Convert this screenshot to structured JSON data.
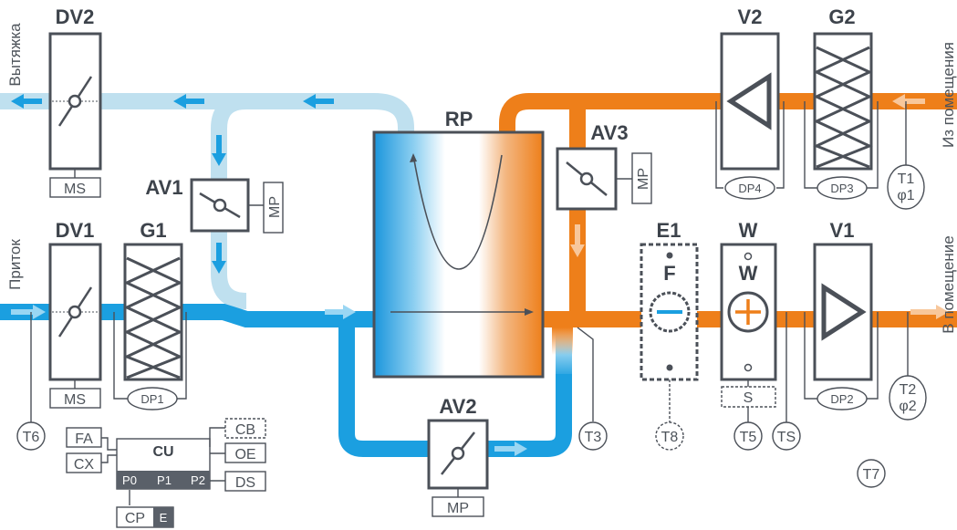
{
  "ducts": {
    "exhaust_out": "Вытяжка",
    "supply_in": "Приток",
    "room_out": "Из помещения",
    "room_in": "В помещение"
  },
  "units": {
    "dv2": {
      "title": "DV2",
      "actuator": "MS"
    },
    "dv1": {
      "title": "DV1",
      "actuator": "MS"
    },
    "g1": {
      "title": "G1",
      "pressure": "DP1"
    },
    "g2": {
      "title": "G2",
      "pressure": "DP3"
    },
    "v2": {
      "title": "V2",
      "pressure": "DP4"
    },
    "v1": {
      "title": "V1",
      "pressure": "DP2"
    },
    "rp": {
      "title": "RP"
    },
    "av1": {
      "title": "AV1",
      "actuator": "MP"
    },
    "av2": {
      "title": "AV2",
      "actuator": "MP"
    },
    "av3": {
      "title": "AV3",
      "actuator": "MP"
    },
    "e1": {
      "title": "E1",
      "symbol": "F"
    },
    "w": {
      "title": "W",
      "symbol": "W",
      "sensor": "S"
    }
  },
  "sensors": {
    "t1": "T1",
    "phi1": "φ1",
    "t2": "T2",
    "phi2": "φ2",
    "t3": "T3",
    "t5": "T5",
    "t6": "T6",
    "t7": "T7",
    "t8": "T8",
    "ts": "TS"
  },
  "controller": {
    "title": "CU",
    "inputs": [
      "FA",
      "CX"
    ],
    "outputs": [
      "CB",
      "OE",
      "DS"
    ],
    "ports": [
      "P0",
      "P1",
      "P2"
    ],
    "panel": "CP",
    "panel_tag": "E"
  },
  "colors": {
    "supply": "#1b9fe0",
    "supply_light": "#bfe0ef",
    "exhaust": "#ee7f1a",
    "frame": "#4b5058"
  }
}
